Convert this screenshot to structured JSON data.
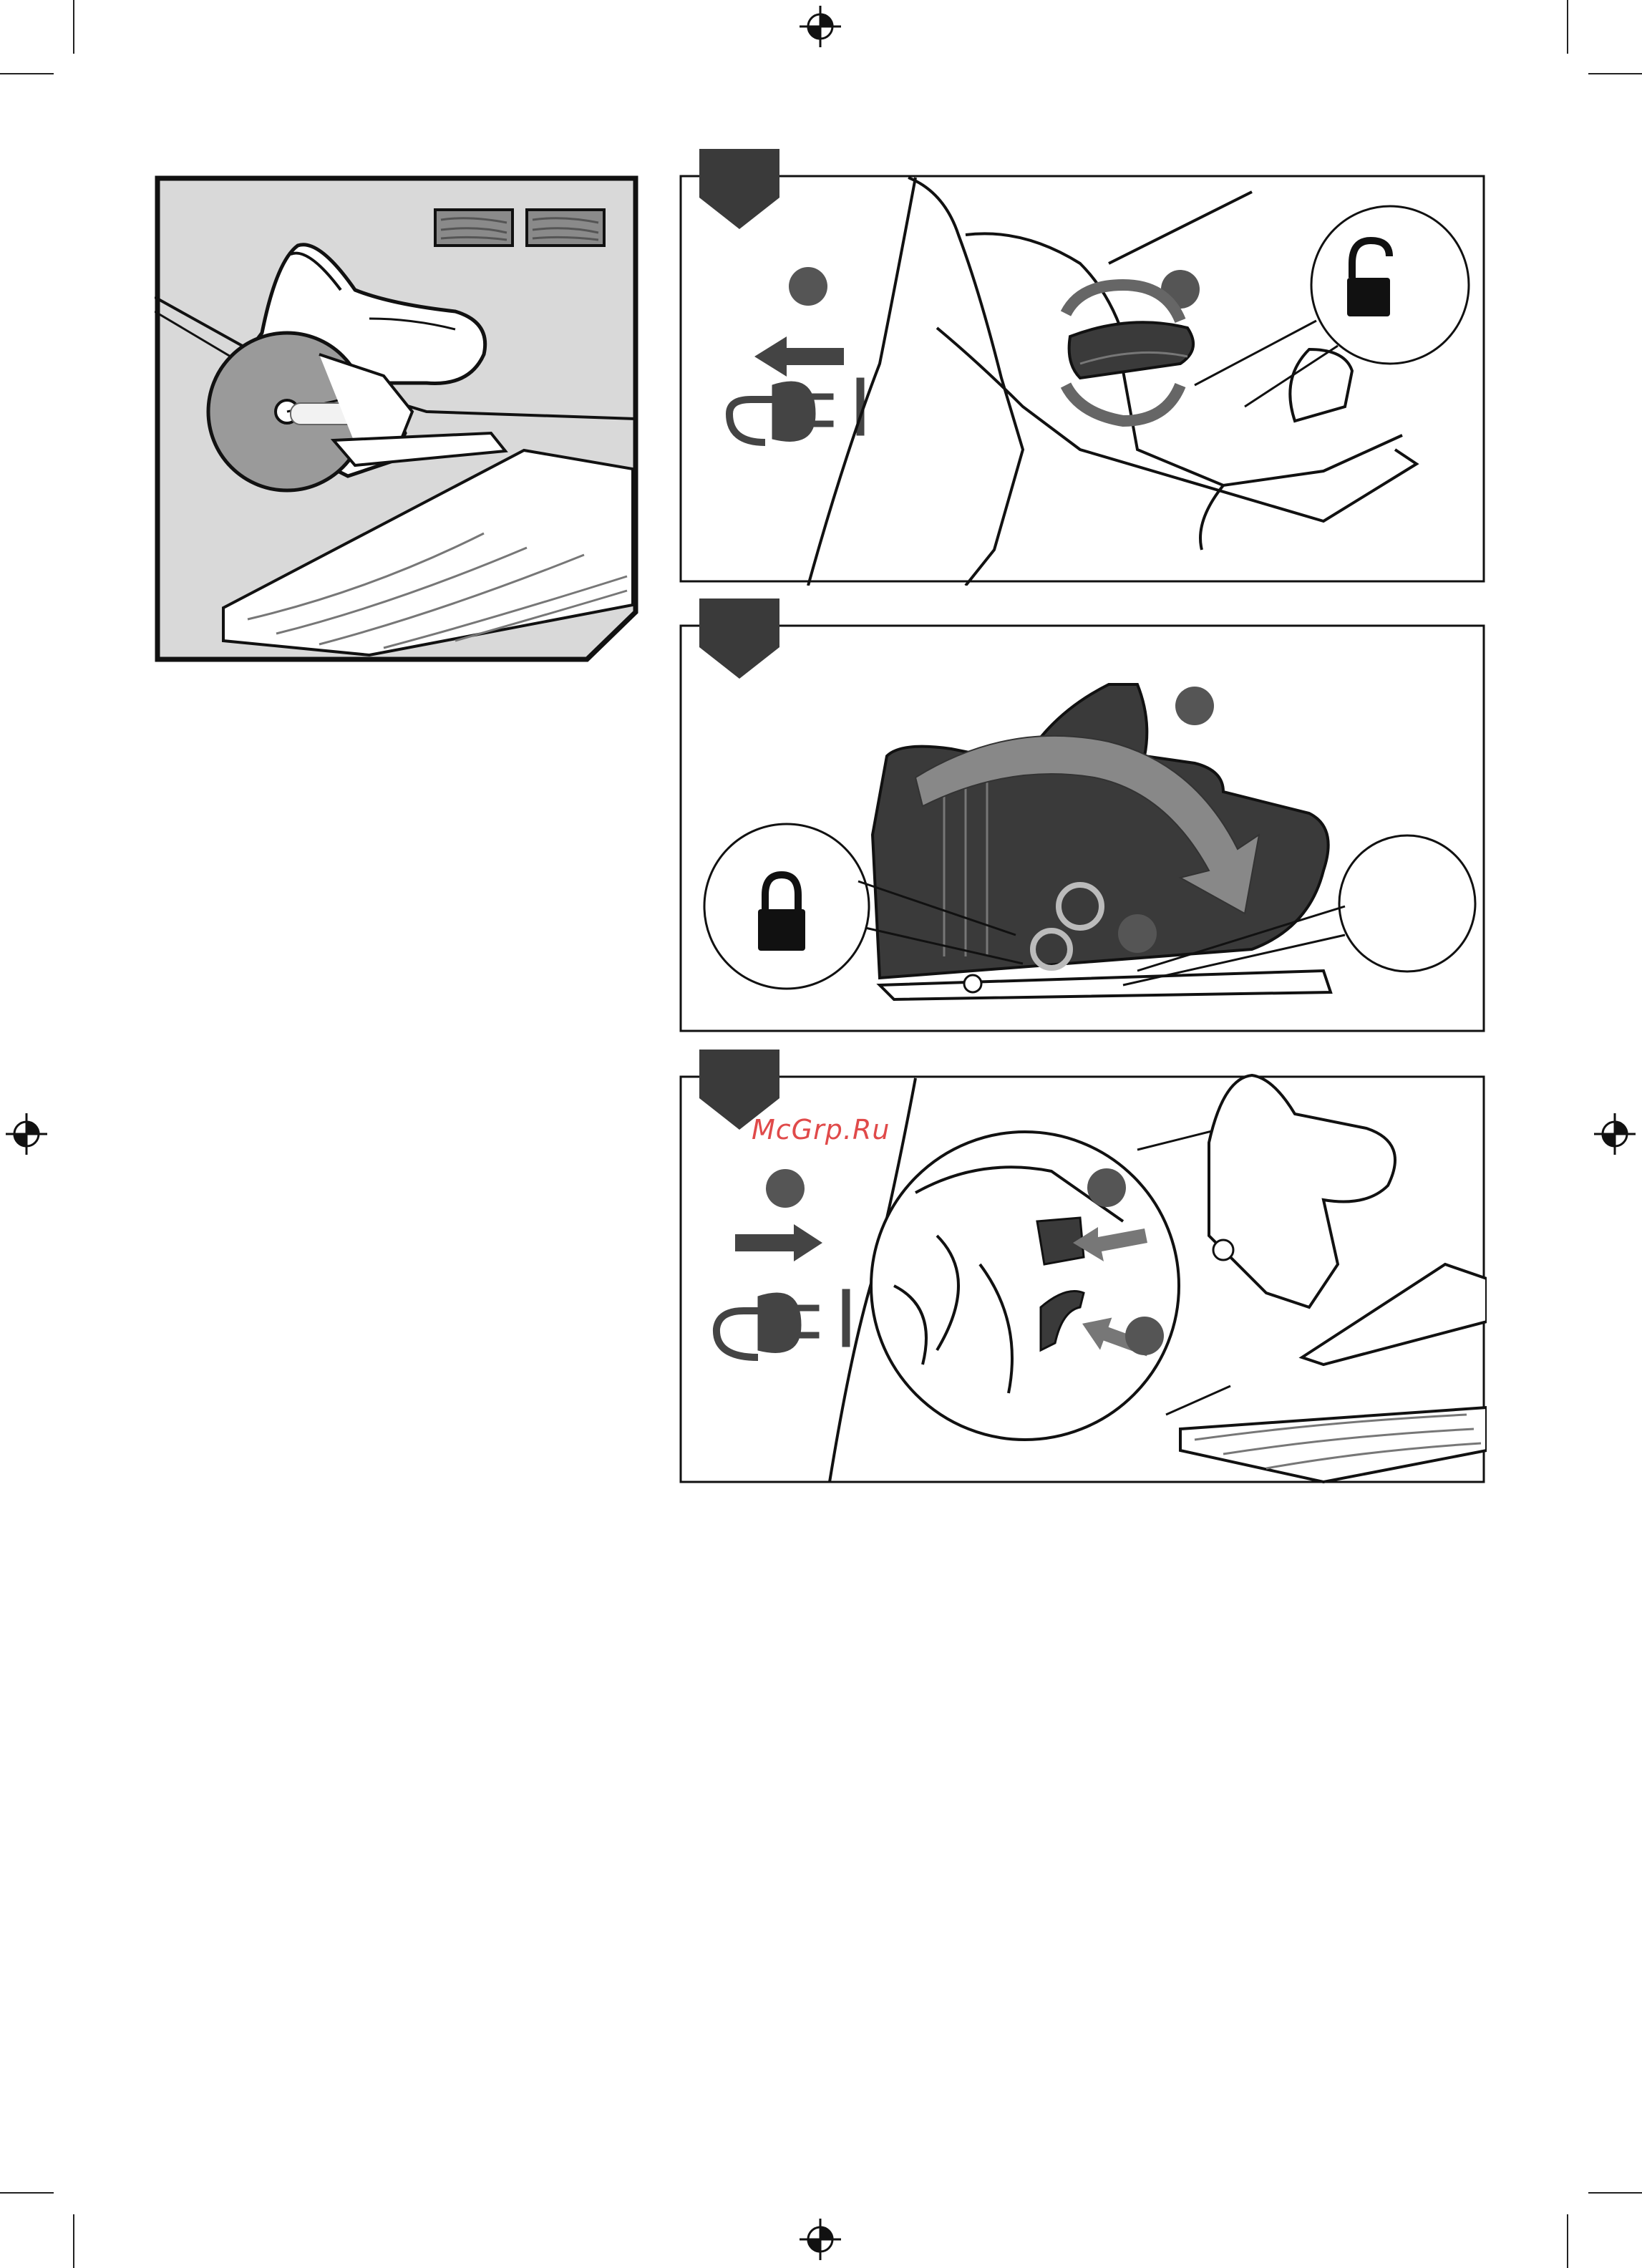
{
  "watermark": {
    "text": "McGrp.Ru"
  },
  "colors": {
    "ink": "#111111",
    "dark_tab": "#3a3a3a",
    "panel_gray": "#d9d9d9",
    "bullet": "#555555",
    "watermark": "#e04a4a"
  },
  "figures": [
    {
      "id": "overview",
      "description_icons": [
        "wood-sample-icon",
        "wood-sample-icon"
      ]
    },
    {
      "id": "step-1",
      "icons": [
        "arrow-left-icon",
        "plug-icon",
        "unlock-icon",
        "rotate-arrows-icon"
      ]
    },
    {
      "id": "step-2",
      "icons": [
        "lock-icon",
        "curved-arrow-icon",
        "rotate-arrows-icon"
      ]
    },
    {
      "id": "step-3",
      "icons": [
        "arrow-right-icon",
        "plug-icon",
        "arrow-icon"
      ]
    }
  ]
}
